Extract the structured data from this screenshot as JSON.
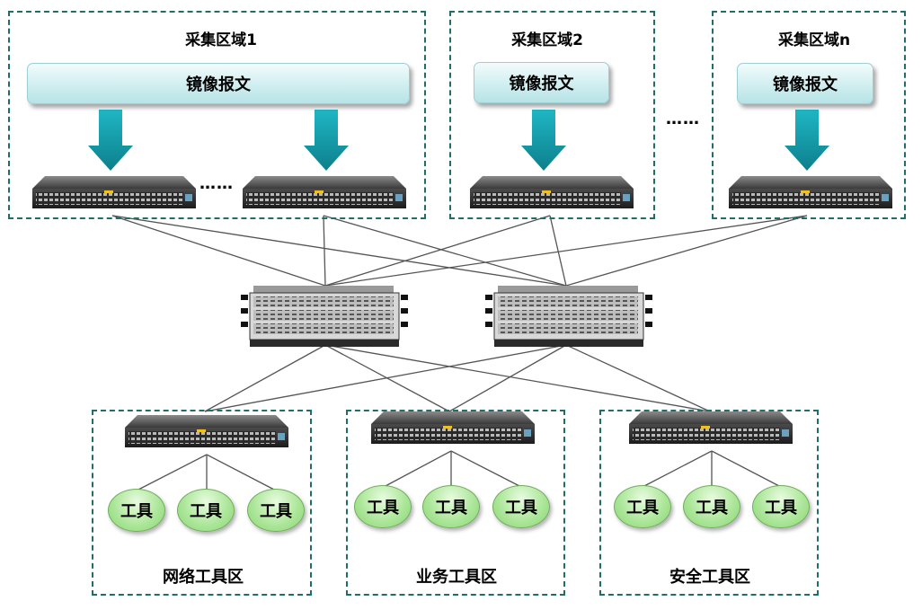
{
  "collection_regions": [
    {
      "title": "采集区域1",
      "mirror_label": "镜像报文"
    },
    {
      "title": "采集区域2",
      "mirror_label": "镜像报文"
    },
    {
      "title": "采集区域n",
      "mirror_label": "镜像报文"
    }
  ],
  "ellipsis": "……",
  "tool_zones": [
    {
      "label": "网络工具区",
      "tools": [
        "工具",
        "工具",
        "工具"
      ]
    },
    {
      "label": "业务工具区",
      "tools": [
        "工具",
        "工具",
        "工具"
      ]
    },
    {
      "label": "安全工具区",
      "tools": [
        "工具",
        "工具",
        "工具"
      ]
    }
  ],
  "colors": {
    "region_border": "#1f6e6c",
    "arrow": "#149aa8",
    "mirror_bar": "#c9ecef",
    "tool_fill": "#a9e596",
    "link_line": "#555555"
  }
}
